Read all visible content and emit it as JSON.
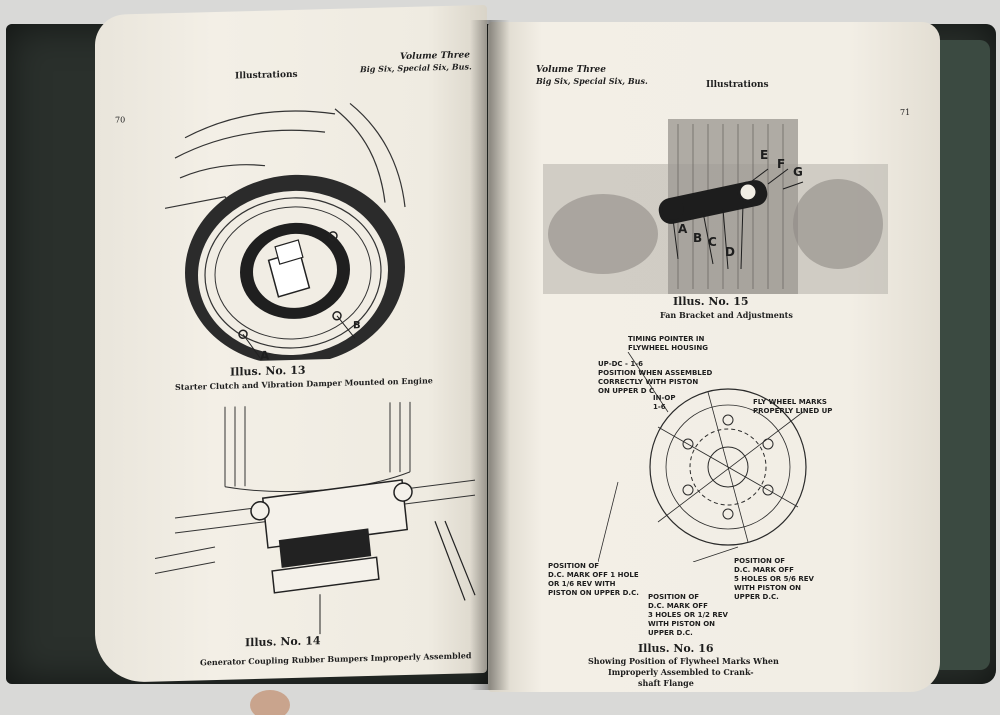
{
  "left_page": {
    "header_title": "Illustrations",
    "volume": "Volume Three",
    "subtitle": "Big Six, Special Six, Bus.",
    "page_number": "70",
    "figure_a": {
      "label_a": "A",
      "label_b": "B",
      "title": "Illus. No. 13",
      "caption": "Starter Clutch and Vibration Damper Mounted on Engine"
    },
    "figure_b": {
      "title": "Illus. No. 14",
      "caption": "Generator Coupling Rubber Bumpers Improperly Assembled"
    }
  },
  "right_page": {
    "volume": "Volume Three",
    "subtitle": "Big Six, Special Six, Bus.",
    "header_title": "Illustrations",
    "page_number": "71",
    "figure_a": {
      "letters": [
        "A",
        "B",
        "C",
        "D",
        "E",
        "F",
        "G"
      ],
      "title": "Illus. No. 15",
      "caption": "Fan Bracket and Adjustments"
    },
    "figure_b": {
      "timing_pointer": "TIMING POINTER IN\nFLYWHEEL HOUSING",
      "up_dc": "UP-DC - 1-6\nPOSITION WHEN ASSEMBLED\nCORRECTLY WITH PISTON\nON UPPER D C",
      "in_op": "IN-OP\n1-6",
      "flywheel_marks": "FLY WHEEL MARKS\nPROPERLY LINED UP",
      "pos_1_hole": "POSITION OF\nD.C. MARK OFF 1 HOLE\nOR 1/6 REV WITH\nPISTON ON UPPER D.C.",
      "pos_3_holes": "POSITION OF\nD.C. MARK OFF\n3 HOLES OR 1/2 REV\nWITH PISTON ON\nUPPER D.C.",
      "pos_5_holes": "POSITION OF\nD.C. MARK OFF\n5 HOLES OR 5/6 REV\nWITH PISTON ON\nUPPER D.C.",
      "title": "Illus. No. 16",
      "caption_line1": "Showing Position of Flywheel Marks When",
      "caption_line2": "Improperly Assembled to Crank-",
      "caption_line3": "shaft Flange"
    }
  }
}
